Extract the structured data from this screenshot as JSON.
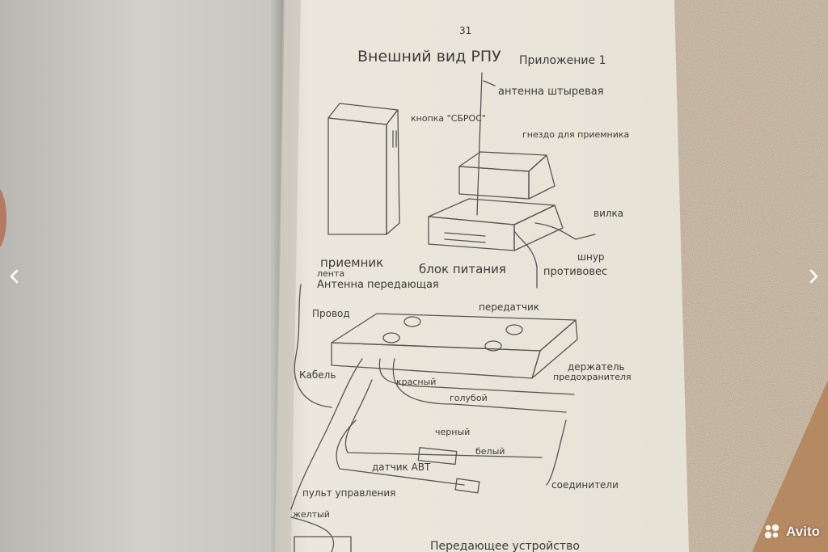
{
  "viewer": {
    "prev_icon": "chevron-left-icon",
    "next_icon": "chevron-right-icon",
    "watermark": "Avito"
  },
  "document": {
    "page_number": "31",
    "title": "Внешний вид РПУ",
    "appendix": "Приложение 1",
    "footer_title": "Передающее устройство",
    "labels": {
      "antenna_whip": "антенна штыревая",
      "reset_button": "кнопка \"СБРОС\"",
      "receiver_socket": "гнездо для приемника",
      "plug": "вилка",
      "cord": "шнур",
      "counterweight": "противовес",
      "receiver": "приемник",
      "power_unit": "блок питания",
      "tape": "лента",
      "antenna_transmit": "Антенна передающая",
      "wire": "Провод",
      "transmitter": "передатчик",
      "cable": "Кабель",
      "fuse_holder_1": "держатель",
      "fuse_holder_2": "предохранителя",
      "red": "красный",
      "blue": "голубой",
      "black": "черный",
      "white": "белый",
      "sensor_avt": "датчик АВТ",
      "connectors": "соединители",
      "control_panel": "пульт управления",
      "yellow": "желтый"
    }
  },
  "colors": {
    "paper": "#e9e5da",
    "ink": "#3b3b3b",
    "counter": "#cbbba6"
  }
}
